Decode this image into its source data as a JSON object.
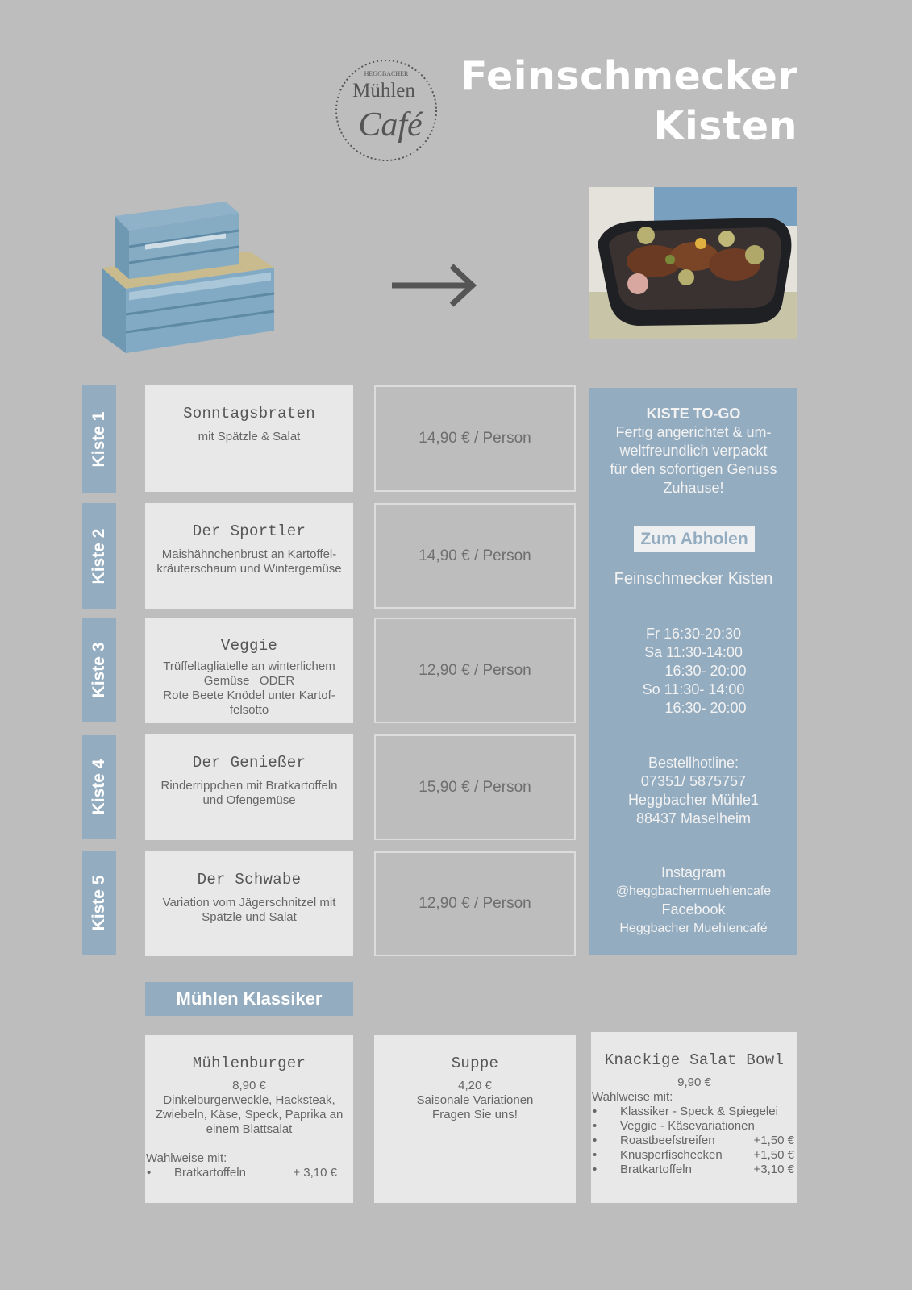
{
  "header": {
    "title_line1": "Feinschmecker",
    "title_line2": "Kisten",
    "logo_top": "HEGGBACHER",
    "logo_mid": "Mühlen",
    "logo_bottom": "Café"
  },
  "colors": {
    "background": "#bdbdbd",
    "accent": "#94acc0",
    "box": "#e8e8e8"
  },
  "kisten": [
    {
      "tab": "Kiste 1",
      "name": "Sonntagsbraten",
      "desc": [
        "mit Spätzle & Salat"
      ],
      "price": "14,90 € / Person"
    },
    {
      "tab": "Kiste 2",
      "name": "Der Sportler",
      "desc": [
        "Maishähnchenbrust an Kartoffel-",
        "kräuterschaum und Wintergemüse"
      ],
      "price": "14,90 € / Person"
    },
    {
      "tab": "Kiste 3",
      "name": "Veggie",
      "desc": [
        "Trüffeltagliatelle an winterlichem",
        "Gemüse   ODER",
        "Rote Beete Knödel unter Kartof-",
        "felsotto"
      ],
      "price": "12,90 € / Person"
    },
    {
      "tab": "Kiste 4",
      "name": "Der Genießer",
      "desc": [
        "Rinderrippchen mit Bratkartoffeln",
        "und Ofengemüse"
      ],
      "price": "15,90 € / Person"
    },
    {
      "tab": "Kiste 5",
      "name": "Der Schwabe",
      "desc": [
        "Variation vom Jägerschnitzel mit",
        "Spätzle und Salat"
      ],
      "price": "12,90 € / Person"
    }
  ],
  "side_panel": {
    "heading": "KISTE TO-GO",
    "intro": [
      "Fertig angerichtet & um-",
      "weltfreundlich verpackt",
      "für den sofortigen Genuss",
      "Zuhause!"
    ],
    "pickup": "Zum Abholen",
    "subtitle": "Feinschmecker Kisten",
    "hours": [
      "Fr 16:30-20:30",
      "Sa 11:30-14:00",
      "      16:30- 20:00",
      "So 11:30- 14:00",
      "      16:30- 20:00"
    ],
    "contact": [
      "Bestellhotline:",
      "07351/ 5875757",
      "Heggbacher Mühle1",
      "88437 Maselheim"
    ],
    "social_instagram_label": "Instagram",
    "social_instagram_handle": "@heggbachermuehlencafe",
    "social_facebook_label": "Facebook",
    "social_facebook_handle": "Heggbacher Muehlencafé"
  },
  "klassiker": {
    "section_title": "Mühlen Klassiker",
    "burger": {
      "name": "Mühlenburger",
      "price": "8,90 €",
      "desc": [
        "Dinkelburgerweckle, Hacksteak,",
        "Zwiebeln, Käse, Speck, Paprika an",
        "einem Blattsalat"
      ],
      "option_label": "Wahlweise mit:",
      "options": [
        {
          "item": "Bratkartoffeln",
          "extra": "+ 3,10 €"
        }
      ]
    },
    "suppe": {
      "name": "Suppe",
      "price": "4,20 €",
      "desc": [
        "Saisonale Variationen",
        "Fragen Sie uns!"
      ]
    },
    "salat": {
      "name": "Knackige Salat Bowl",
      "price": "9,90 €",
      "option_label": "Wahlweise mit:",
      "options": [
        {
          "item": "Klassiker - Speck & Spiegelei",
          "extra": ""
        },
        {
          "item": "Veggie - Käsevariationen",
          "extra": ""
        },
        {
          "item": "Roastbeefstreifen",
          "extra": "+1,50 €"
        },
        {
          "item": "Knusperfischecken",
          "extra": "+1,50 €"
        },
        {
          "item": "Bratkartoffeln",
          "extra": "+3,10 €"
        }
      ]
    }
  }
}
